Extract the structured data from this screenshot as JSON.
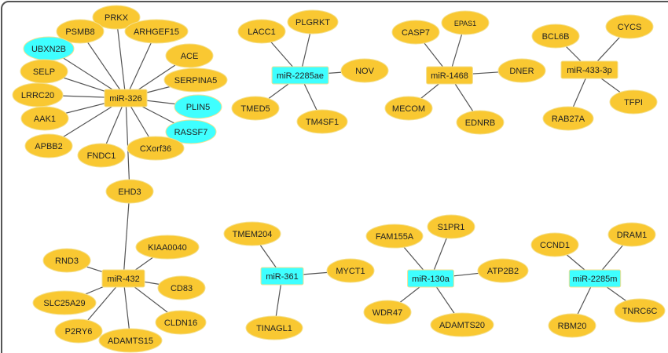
{
  "colors": {
    "gene": "#F9C832",
    "mirna_orange": "#F9C832",
    "cyan": "#3FFFFF",
    "edge": "#555555"
  },
  "networks": [
    {
      "hub": {
        "id": "miR-326",
        "color": "orange"
      },
      "targets": [
        {
          "id": "PRKX",
          "color": "orange"
        },
        {
          "id": "PSMB8",
          "color": "orange"
        },
        {
          "id": "ARHGEF15",
          "color": "orange"
        },
        {
          "id": "UBXN2B",
          "color": "cyan"
        },
        {
          "id": "ACE",
          "color": "orange"
        },
        {
          "id": "SELP",
          "color": "orange"
        },
        {
          "id": "SERPINA5",
          "color": "orange"
        },
        {
          "id": "LRRC20",
          "color": "orange"
        },
        {
          "id": "PLIN5",
          "color": "cyan"
        },
        {
          "id": "AAK1",
          "color": "orange"
        },
        {
          "id": "RASSF7",
          "color": "cyan"
        },
        {
          "id": "APBB2",
          "color": "orange"
        },
        {
          "id": "FNDC1",
          "color": "orange"
        },
        {
          "id": "CXorf36",
          "color": "orange"
        },
        {
          "id": "EHD3",
          "color": "orange"
        }
      ]
    },
    {
      "hub": {
        "id": "miR-432",
        "color": "orange"
      },
      "targets": [
        {
          "id": "EHD3",
          "color": "orange"
        },
        {
          "id": "KIAA0040",
          "color": "orange"
        },
        {
          "id": "RND3",
          "color": "orange"
        },
        {
          "id": "CD83",
          "color": "orange"
        },
        {
          "id": "SLC25A29",
          "color": "orange"
        },
        {
          "id": "CLDN16",
          "color": "orange"
        },
        {
          "id": "P2RY6",
          "color": "orange"
        },
        {
          "id": "ADAMTS15",
          "color": "orange"
        }
      ]
    },
    {
      "hub": {
        "id": "miR-2285ae",
        "color": "cyan"
      },
      "targets": [
        {
          "id": "LACC1",
          "color": "orange"
        },
        {
          "id": "PLGRKT",
          "color": "orange"
        },
        {
          "id": "NOV",
          "color": "orange"
        },
        {
          "id": "TMED5",
          "color": "orange"
        },
        {
          "id": "TM4SF1",
          "color": "orange"
        }
      ]
    },
    {
      "hub": {
        "id": "miR-1468",
        "color": "orange"
      },
      "targets": [
        {
          "id": "CASP7",
          "color": "orange"
        },
        {
          "id": "EPAS1",
          "color": "orange"
        },
        {
          "id": "DNER",
          "color": "orange"
        },
        {
          "id": "MECOM",
          "color": "orange"
        },
        {
          "id": "EDNRB",
          "color": "orange"
        }
      ]
    },
    {
      "hub": {
        "id": "miR-433-3p",
        "color": "orange"
      },
      "targets": [
        {
          "id": "BCL6B",
          "color": "orange"
        },
        {
          "id": "CYCS",
          "color": "orange"
        },
        {
          "id": "TFPI",
          "color": "orange"
        },
        {
          "id": "RAB27A",
          "color": "orange"
        }
      ]
    },
    {
      "hub": {
        "id": "miR-361",
        "color": "cyan"
      },
      "targets": [
        {
          "id": "TMEM204",
          "color": "orange"
        },
        {
          "id": "MYCT1",
          "color": "orange"
        },
        {
          "id": "TINAGL1",
          "color": "orange"
        }
      ]
    },
    {
      "hub": {
        "id": "miR-130a",
        "color": "cyan"
      },
      "targets": [
        {
          "id": "FAM155A",
          "color": "orange"
        },
        {
          "id": "S1PR1",
          "color": "orange"
        },
        {
          "id": "ATP2B2",
          "color": "orange"
        },
        {
          "id": "WDR47",
          "color": "orange"
        },
        {
          "id": "ADAMTS20",
          "color": "orange"
        }
      ]
    },
    {
      "hub": {
        "id": "miR-2285m",
        "color": "cyan"
      },
      "targets": [
        {
          "id": "CCND1",
          "color": "orange"
        },
        {
          "id": "DRAM1",
          "color": "orange"
        },
        {
          "id": "TNRC6C",
          "color": "orange"
        },
        {
          "id": "RBM20",
          "color": "orange"
        }
      ]
    }
  ]
}
